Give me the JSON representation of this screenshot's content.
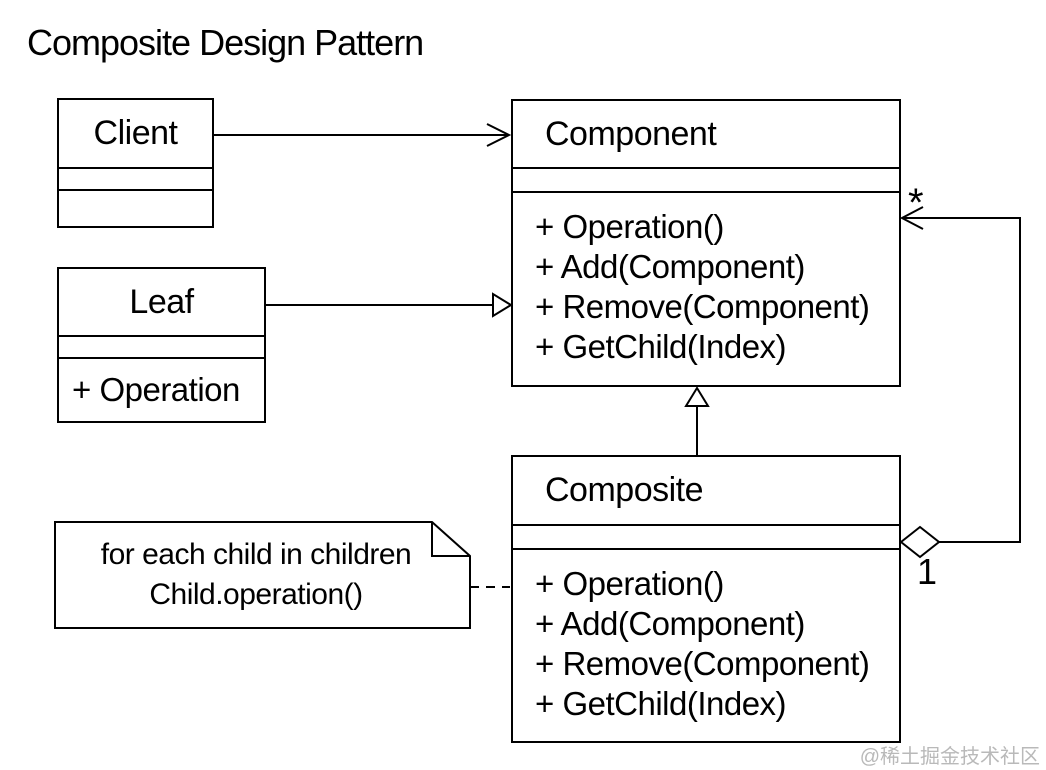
{
  "title": "Composite Design Pattern",
  "watermark": "@稀土掘金技术社区",
  "colors": {
    "line": "#000000",
    "background": "#ffffff",
    "watermark": "#b9b9b9"
  },
  "classes": {
    "client": {
      "name": "Client"
    },
    "component": {
      "name": "Component",
      "operations": [
        "+ Operation()",
        "+ Add(Component)",
        "+ Remove(Component)",
        "+ GetChild(Index)"
      ]
    },
    "leaf": {
      "name": "Leaf",
      "operations": [
        "+ Operation"
      ]
    },
    "composite": {
      "name": "Composite",
      "operations": [
        "+ Operation()",
        "+ Add(Component)",
        "+ Remove(Component)",
        "+ GetChild(Index)"
      ]
    }
  },
  "note": {
    "line1": "for each child in children",
    "line2": "Child.operation()"
  },
  "relations": {
    "component_multiplicity": "*",
    "composite_multiplicity": "1"
  }
}
